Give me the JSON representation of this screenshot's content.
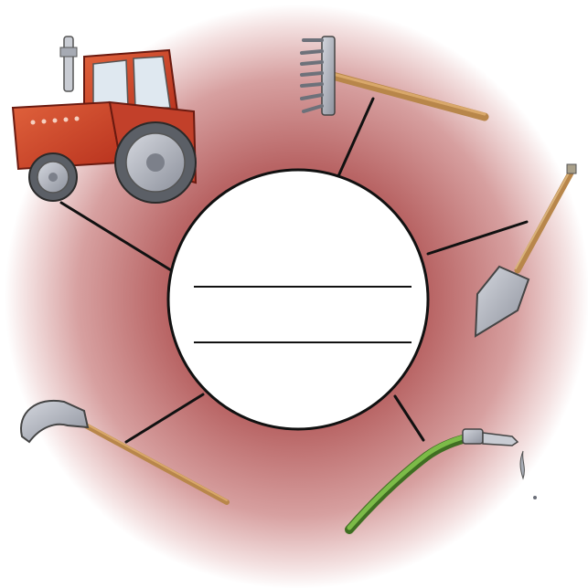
{
  "diagram": {
    "center": {
      "answer_lines": 2,
      "text": ""
    },
    "tools": [
      {
        "id": "tractor",
        "icon": "tractor-icon"
      },
      {
        "id": "rake",
        "icon": "rake-icon"
      },
      {
        "id": "shovel",
        "icon": "shovel-icon"
      },
      {
        "id": "hose",
        "icon": "garden-hose-icon"
      },
      {
        "id": "scythe",
        "icon": "scythe-icon"
      }
    ],
    "colors": {
      "halo_inner": "#b65a5a",
      "halo_outer": "#ffffff",
      "line": "#111111",
      "tractor_body": "#d8442c",
      "tool_handle": "#b8864a",
      "metal": "#a9adb6",
      "hose": "#6aa63c"
    }
  }
}
